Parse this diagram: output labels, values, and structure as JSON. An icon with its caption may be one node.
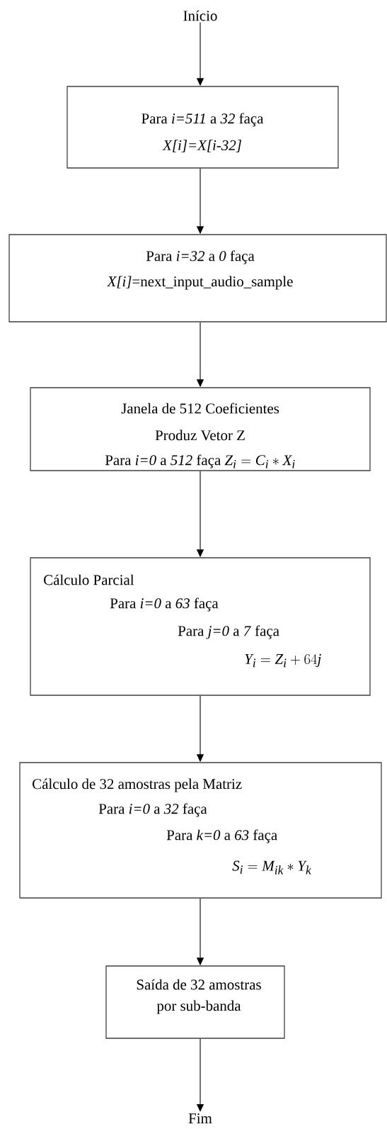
{
  "diagram": {
    "nodes": [
      {
        "text": [
          "Início"
        ]
      },
      {
        "text": [
          "Para *i=511* a *32* faça",
          "*X[i]=X[i-32]*"
        ]
      },
      {
        "text": [
          "Para *i=32* a *0* faça",
          "*X[i]*=next_input_audio_sample"
        ]
      },
      {
        "text": [
          "Janela de 512 Coeficientes",
          "Produz Vetor Z",
          "Para *i=0* a *512* faça",
          "Z_i=C_i*X_i"
        ]
      },
      {
        "text": [
          "Cálculo Parcial",
          "Para *i=0* a *63* faça",
          "Para *j=0* a *7* faça",
          "Y_i=Z_i+64j"
        ]
      },
      {
        "text": [
          "Cálculo de 32 amostras pela Matriz",
          "Para *i=0* a *32* faça",
          "Para *k=0* a *63* faça",
          "S_i=M_{ik}*Y_k"
        ]
      },
      {
        "text": [
          "Saída de 32 amostras",
          "por sub-banda"
        ]
      },
      {
        "text": [
          "Fim"
        ]
      }
    ],
    "edges": [
      {
        "from": 0,
        "to": 1,
        "arrow": "to"
      },
      {
        "from": 1,
        "to": 2,
        "arrow": "to"
      },
      {
        "from": 2,
        "to": 3,
        "arrow": "to"
      },
      {
        "from": 3,
        "to": 4,
        "arrow": "to"
      },
      {
        "from": 4,
        "to": 5,
        "arrow": "to"
      },
      {
        "from": 5,
        "to": 6,
        "arrow": "to"
      },
      {
        "from": 6,
        "to": 7,
        "arrow": "to"
      }
    ]
  }
}
